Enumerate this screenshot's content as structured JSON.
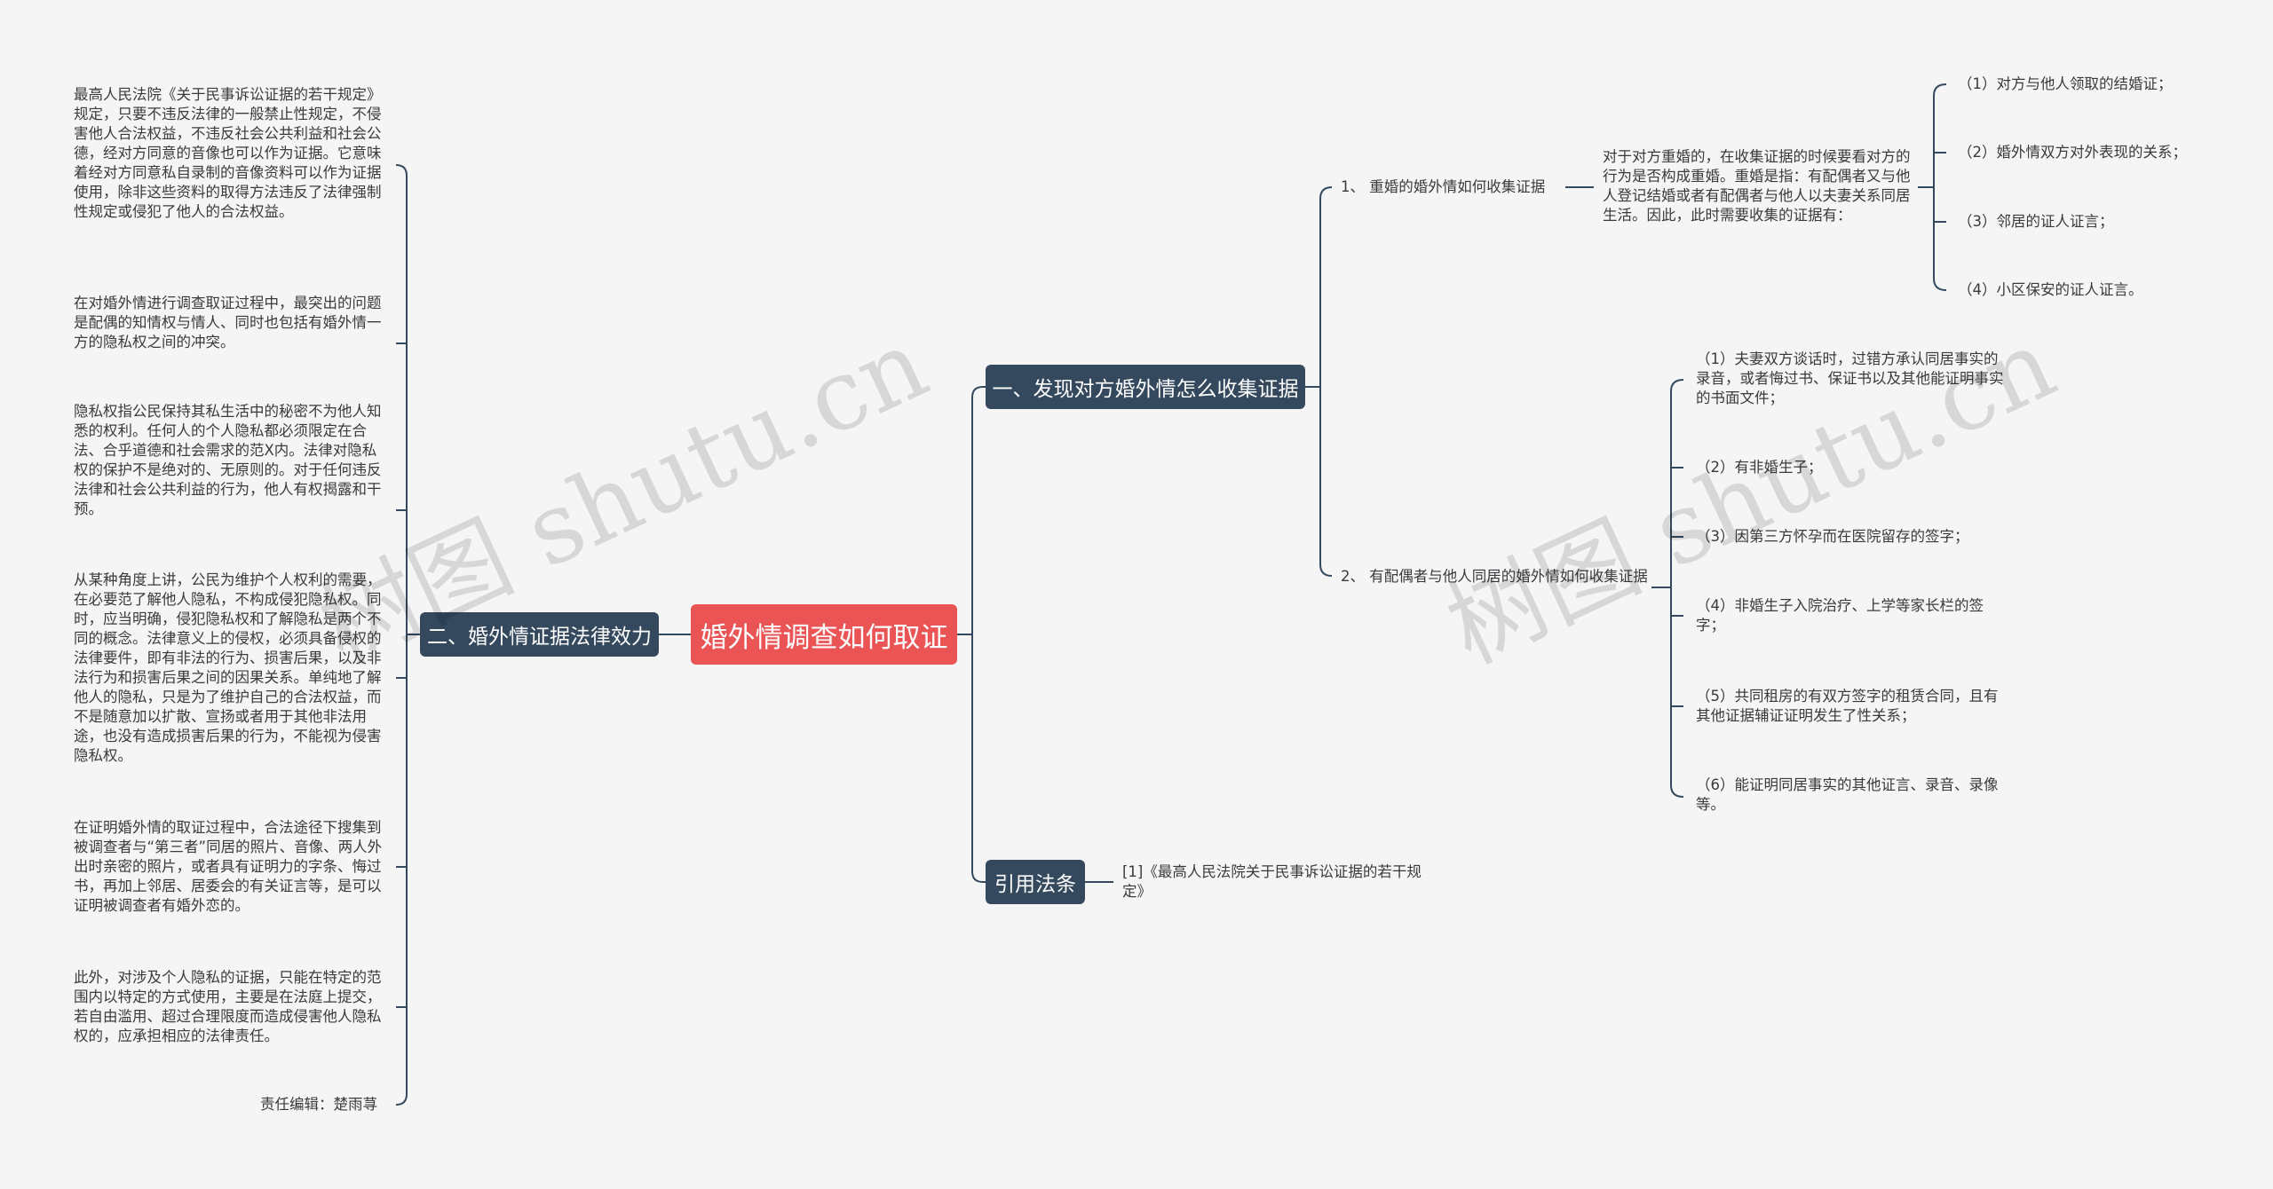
{
  "root": {
    "label": "婚外情调查如何取证"
  },
  "left_branch": {
    "label": "二、婚外情证据法律效力",
    "paragraphs": [
      "最高人民法院《关于民事诉讼证据的若干规定》规定，只要不违反法律的一般禁止性规定，不侵害他人合法权益，不违反社会公共利益和社会公德，经对方同意的音像也可以作为证据。它意味着经对方同意私自录制的音像资料可以作为证据使用，除非这些资料的取得方法违反了法律强制性规定或侵犯了他人的合法权益。",
      "在对婚外情进行调查取证过程中，最突出的问题是配偶的知情权与情人、同时也包括有婚外情一方的隐私权之间的冲突。",
      "隐私权指公民保持其私生活中的秘密不为他人知悉的权利。任何人的个人隐私都必须限定在合法、合乎道德和社会需求的范X内。法律对隐私权的保护不是绝对的、无原则的。对于任何违反法律和社会公共利益的行为，他人有权揭露和干预。",
      "从某种角度上讲，公民为维护个人权利的需要，在必要范了解他人隐私，不构成侵犯隐私权。同时，应当明确，侵犯隐私权和了解隐私是两个不同的概念。法律意义上的侵权，必须具备侵权的法律要件，即有非法的行为、损害后果，以及非法行为和损害后果之间的因果关系。单纯地了解他人的隐私，只是为了维护自己的合法权益，而不是随意加以扩散、宣扬或者用于其他非法用途，也没有造成损害后果的行为，不能视为侵害隐私权。",
      "在证明婚外情的取证过程中，合法途径下搜集到被调查者与“第三者”同居的照片、音像、两人外出时亲密的照片，或者具有证明力的字条、悔过书，再加上邻居、居委会的有关证言等，是可以证明被调查者有婚外恋的。",
      "此外，对涉及个人隐私的证据，只能在特定的范围内以特定的方式使用，主要是在法庭上提交，若自由滥用、超过合理限度而造成侵害他人隐私权的，应承担相应的法律责任。"
    ],
    "editor": "责任编辑：楚雨荨"
  },
  "branch1": {
    "label": "一、发现对方婚外情怎么收集证据",
    "sub1": {
      "label": "1、 重婚的婚外情如何收集证据",
      "detail": "对于对方重婚的，在收集证据的时候要看对方的行为是否构成重婚。重婚是指：有配偶者又与他人登记结婚或者有配偶者与他人以夫妻关系同居生活。因此，此时需要收集的证据有：",
      "items": [
        "（1）对方与他人领取的结婚证；",
        "（2）婚外情双方对外表现的关系；",
        "（3）邻居的证人证言；",
        "（4）小区保安的证人证言。"
      ]
    },
    "sub2": {
      "label": "2、 有配偶者与他人同居的婚外情如何收集证据",
      "items": [
        "（1）夫妻双方谈话时，过错方承认同居事实的录音，或者悔过书、保证书以及其他能证明事实的书面文件；",
        "（2）有非婚生子；",
        "（3）因第三方怀孕而在医院留存的签字；",
        "（4）非婚生子入院治疗、上学等家长栏的签字；",
        "（5）共同租房的有双方签字的租赁合同，且有其他证据辅证证明发生了性关系；",
        "（6）能证明同居事实的其他证言、录音、录像等。"
      ]
    }
  },
  "branch3": {
    "label": "引用法条",
    "ref": "[1]《最高人民法院关于民事诉讼证据的若干规定》"
  },
  "watermark": "树图 shutu.cn",
  "colors": {
    "root": "#ea5455",
    "branch": "#34495e",
    "line": "#34495e",
    "background": "#f5f5f6"
  }
}
